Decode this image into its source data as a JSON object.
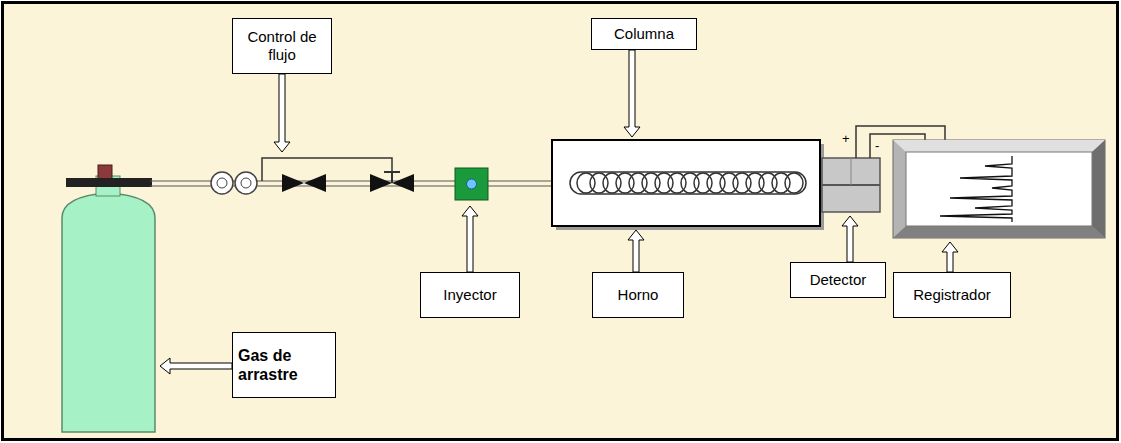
{
  "diagram": {
    "nodes": [
      {
        "text": [
          "Control de flujo"
        ]
      },
      {
        "text": [
          "Columna"
        ]
      },
      {
        "text": [
          "Detector"
        ]
      },
      {
        "text": [
          "Inyector"
        ]
      },
      {
        "text": [
          "Horno"
        ]
      },
      {
        "text": [
          "Registrador"
        ]
      },
      {
        "text": [
          "Gas de arrastre"
        ]
      }
    ],
    "labels": [
      "+",
      "-"
    ]
  }
}
